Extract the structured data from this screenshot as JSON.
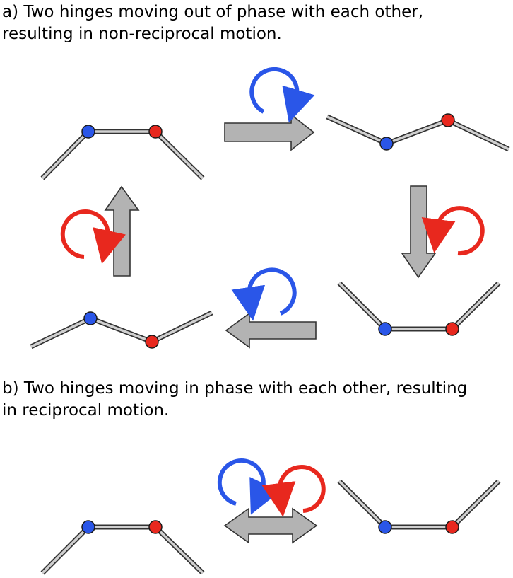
{
  "panel_a": {
    "caption_line1": "a) Two hinges moving out of phase with each other,",
    "caption_line2": "resulting in non-reciprocal motion."
  },
  "panel_b": {
    "caption_line1": "b) Two hinges moving in phase with each other, resulting",
    "caption_line2": "in reciprocal motion."
  },
  "colors": {
    "hinge_blue": "#2a56e8",
    "hinge_red": "#e8281e",
    "rotation_blue": "#2a56e8",
    "rotation_red": "#e8281e",
    "arrow_fill": "#b3b3b3",
    "arrow_stroke": "#333333",
    "rod_fill": "#d0d0d0",
    "rod_stroke": "#333333"
  }
}
